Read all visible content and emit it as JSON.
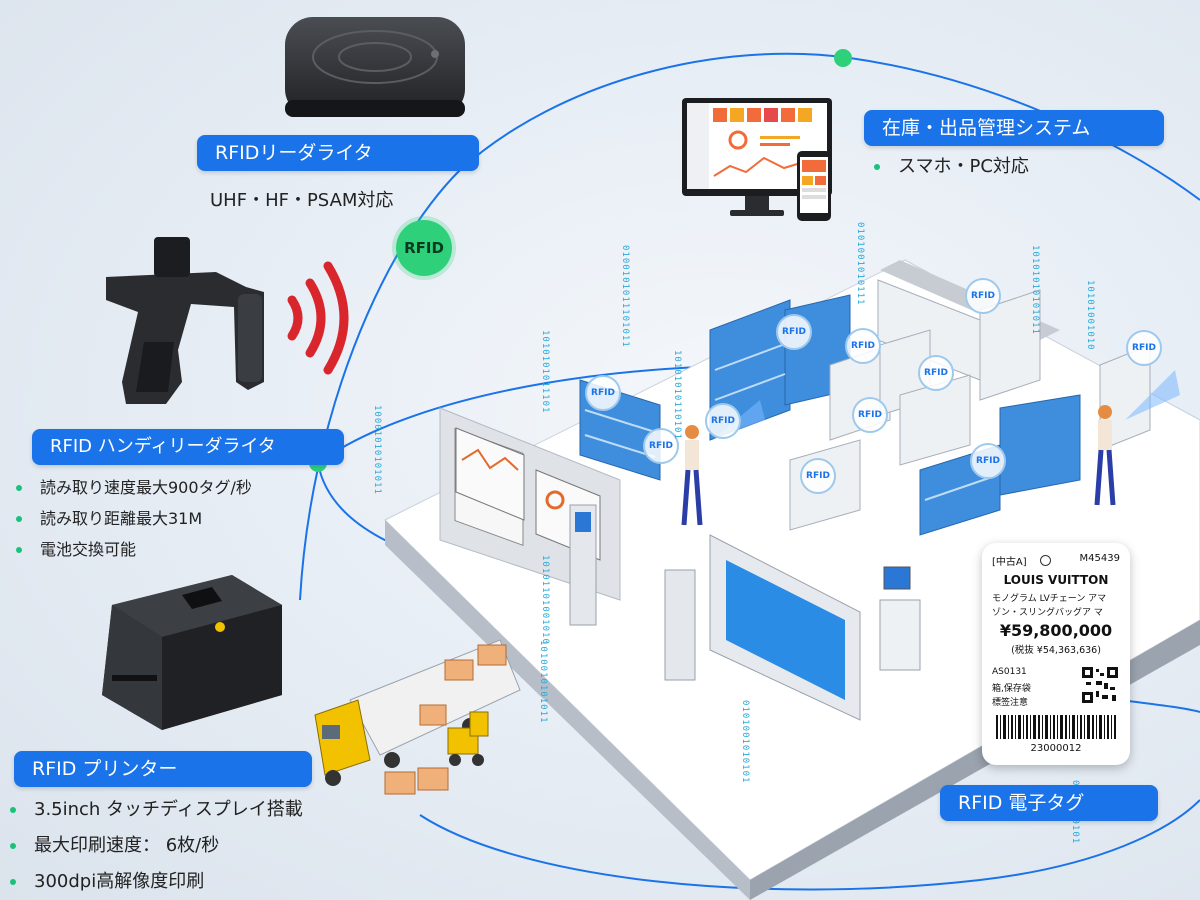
{
  "reader": {
    "title": "RFIDリーダライタ",
    "subtitle": "UHF・HF・PSAM対応"
  },
  "center_node": {
    "label": "RFID"
  },
  "system": {
    "title": "在庫・出品管理システム",
    "bullet": "スマホ・PC対応"
  },
  "handy": {
    "title": "RFID ハンディリーダライタ",
    "bullets": [
      "読み取り速度最大900タグ/秒",
      "読み取り距離最大31M",
      "電池交換可能"
    ]
  },
  "printer": {
    "title": "RFID プリンター",
    "bullets": [
      "3.5inch タッチディスプレイ搭載",
      "最大印刷速度： 6枚/秒",
      "300dpi高解像度印刷"
    ]
  },
  "etag": {
    "title": "RFID 電子タグ",
    "grade": "[中古A]",
    "model": "M45439",
    "brand": "LOUIS VUITTON",
    "desc1": "モノグラム LVチェーン アマ",
    "desc2": "ゾン・スリングバッグア マ",
    "price": "¥59,800,000",
    "price_excl": "(税抜 ¥54,363,636)",
    "code": "AS0131",
    "note1": "箱,保存袋",
    "note2": "標签注意",
    "barcode_num": "23000012"
  },
  "store_tags": [
    "RFID",
    "RFID",
    "RFID",
    "RFID",
    "RFID",
    "RFID",
    "RFID",
    "RFID",
    "RFID",
    "RFID",
    "RFID"
  ],
  "binary_strings": [
    "0100101011101011",
    "0101001010111",
    "1010101011101",
    "10001010101011",
    "10101010110101",
    "10101101001010",
    "0101001010101",
    "10101010101011",
    "1010010101011",
    "10101001010",
    "0101010101"
  ],
  "colors": {
    "accent": "#1a73e8",
    "node": "#2fd07a",
    "bullet": "#19c27a",
    "wave": "#d9262c",
    "binary": "#29a9d9"
  },
  "icons": [
    "rfid-reader-device-icon",
    "handheld-reader-icon",
    "signal-wave-icon",
    "label-printer-icon",
    "truck-icon",
    "forklift-icon",
    "dashboard-monitor-icon",
    "smartphone-icon",
    "qr-code-icon",
    "barcode-icon"
  ]
}
